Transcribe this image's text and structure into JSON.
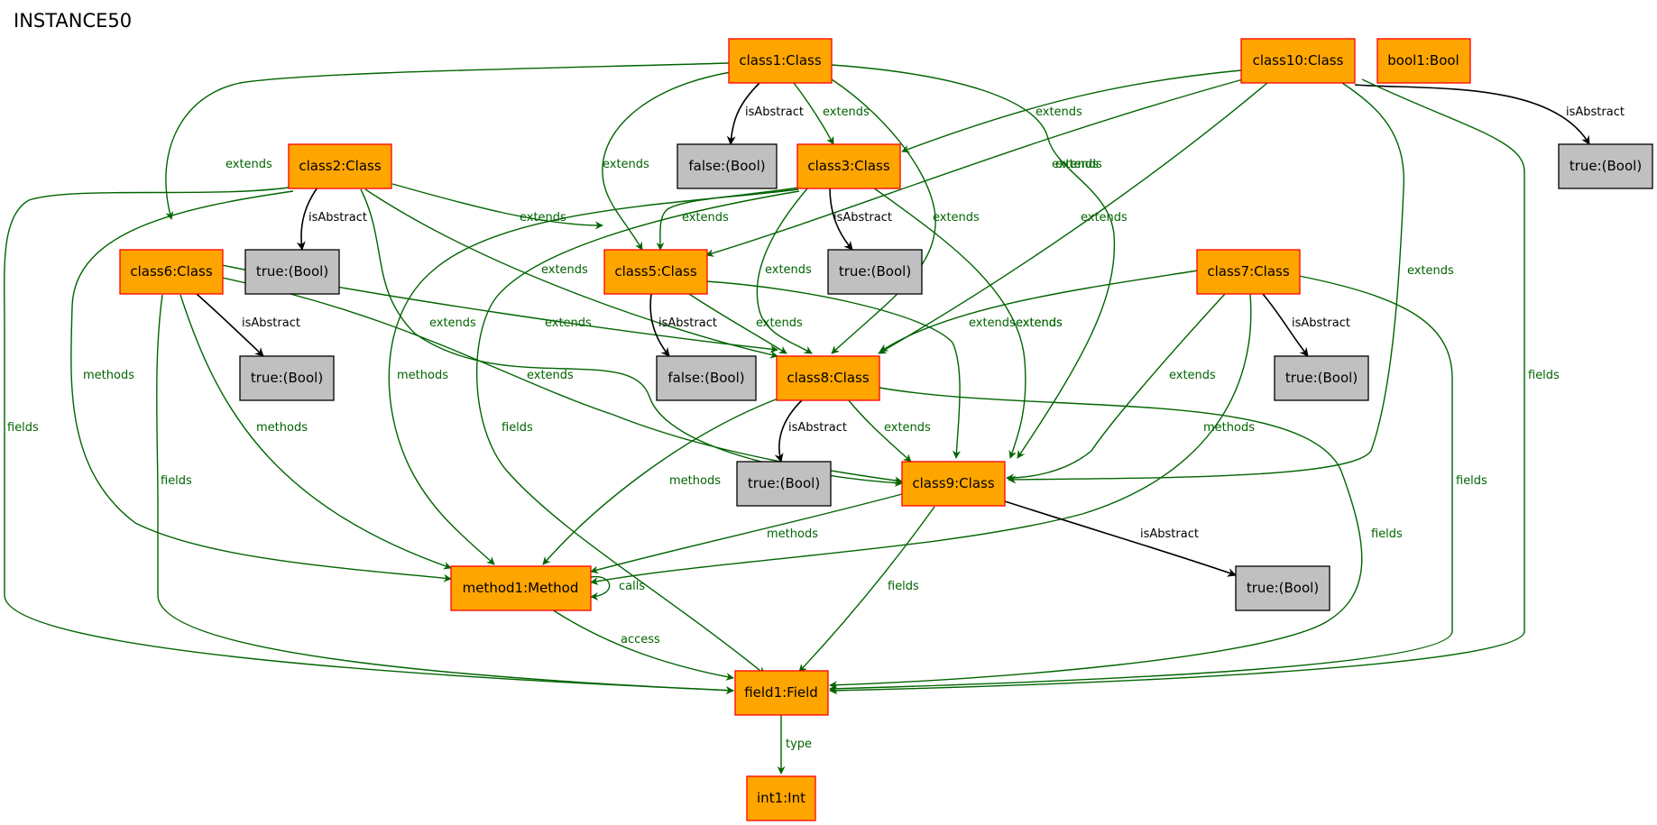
{
  "title": "INSTANCE50",
  "colors": {
    "class_fill": "#ffa500",
    "class_stroke": "#ff0000",
    "bool_fill": "#c0c0c0",
    "bool_stroke": "#000000",
    "edge_green": "#006400",
    "edge_black": "#000000"
  },
  "nodes": [
    {
      "id": "class1",
      "label": "class1:Class",
      "kind": "class"
    },
    {
      "id": "class10",
      "label": "class10:Class",
      "kind": "class"
    },
    {
      "id": "bool1",
      "label": "bool1:Bool",
      "kind": "class"
    },
    {
      "id": "false_c1",
      "label": "false:(Bool)",
      "kind": "bool"
    },
    {
      "id": "true_c10",
      "label": "true:(Bool)",
      "kind": "bool"
    },
    {
      "id": "class2",
      "label": "class2:Class",
      "kind": "class"
    },
    {
      "id": "class3",
      "label": "class3:Class",
      "kind": "class"
    },
    {
      "id": "true_c2",
      "label": "true:(Bool)",
      "kind": "bool"
    },
    {
      "id": "true_c3",
      "label": "true:(Bool)",
      "kind": "bool"
    },
    {
      "id": "class6",
      "label": "class6:Class",
      "kind": "class"
    },
    {
      "id": "class5",
      "label": "class5:Class",
      "kind": "class"
    },
    {
      "id": "class7",
      "label": "class7:Class",
      "kind": "class"
    },
    {
      "id": "true_c6",
      "label": "true:(Bool)",
      "kind": "bool"
    },
    {
      "id": "false_c5",
      "label": "false:(Bool)",
      "kind": "bool"
    },
    {
      "id": "class8",
      "label": "class8:Class",
      "kind": "class"
    },
    {
      "id": "true_c7",
      "label": "true:(Bool)",
      "kind": "bool"
    },
    {
      "id": "true_c8",
      "label": "true:(Bool)",
      "kind": "bool"
    },
    {
      "id": "class9",
      "label": "class9:Class",
      "kind": "class"
    },
    {
      "id": "method1",
      "label": "method1:Method",
      "kind": "class"
    },
    {
      "id": "true_c9",
      "label": "true:(Bool)",
      "kind": "bool"
    },
    {
      "id": "field1",
      "label": "field1:Field",
      "kind": "class"
    },
    {
      "id": "int1",
      "label": "int1:Int",
      "kind": "class"
    }
  ],
  "edges": [
    {
      "from": "class1",
      "to": "false_c1",
      "label": "isAbstract",
      "color": "black"
    },
    {
      "from": "class1",
      "to": "class3",
      "label": "extends",
      "color": "green"
    },
    {
      "from": "class1",
      "to": "class5",
      "label": "extends",
      "color": "green"
    },
    {
      "from": "class1",
      "to": "class8",
      "label": "extends",
      "color": "green"
    },
    {
      "from": "class1",
      "to": "class9",
      "label": "extends",
      "color": "green"
    },
    {
      "from": "class1",
      "to": "class6",
      "label": "extends",
      "color": "green"
    },
    {
      "from": "class10",
      "to": "class3",
      "label": "extends",
      "color": "green"
    },
    {
      "from": "class10",
      "to": "class5",
      "label": "extends",
      "color": "green"
    },
    {
      "from": "class10",
      "to": "class8",
      "label": "extends",
      "color": "green"
    },
    {
      "from": "class10",
      "to": "class9",
      "label": "extends",
      "color": "green"
    },
    {
      "from": "class10",
      "to": "true_c10",
      "label": "isAbstract",
      "color": "black"
    },
    {
      "from": "class10",
      "to": "field1",
      "label": "fields",
      "color": "green"
    },
    {
      "from": "class2",
      "to": "true_c2",
      "label": "isAbstract",
      "color": "black"
    },
    {
      "from": "class2",
      "to": "class5",
      "label": "extends",
      "color": "green"
    },
    {
      "from": "class2",
      "to": "class8",
      "label": "extends",
      "color": "green"
    },
    {
      "from": "class2",
      "to": "class9",
      "label": "extends",
      "color": "green"
    },
    {
      "from": "class2",
      "to": "method1",
      "label": "methods",
      "color": "green"
    },
    {
      "from": "class2",
      "to": "field1",
      "label": "fields",
      "color": "green"
    },
    {
      "from": "class3",
      "to": "true_c3",
      "label": "isAbstract",
      "color": "black"
    },
    {
      "from": "class3",
      "to": "class5",
      "label": "extends",
      "color": "green"
    },
    {
      "from": "class3",
      "to": "class8",
      "label": "extends",
      "color": "green"
    },
    {
      "from": "class3",
      "to": "class9",
      "label": "extends",
      "color": "green"
    },
    {
      "from": "class3",
      "to": "method1",
      "label": "methods",
      "color": "green"
    },
    {
      "from": "class3",
      "to": "field1",
      "label": "fields",
      "color": "green"
    },
    {
      "from": "class6",
      "to": "true_c6",
      "label": "isAbstract",
      "color": "black"
    },
    {
      "from": "class6",
      "to": "class8",
      "label": "extends",
      "color": "green"
    },
    {
      "from": "class6",
      "to": "class9",
      "label": "extends",
      "color": "green"
    },
    {
      "from": "class6",
      "to": "method1",
      "label": "methods",
      "color": "green"
    },
    {
      "from": "class6",
      "to": "field1",
      "label": "fields",
      "color": "green"
    },
    {
      "from": "class5",
      "to": "false_c5",
      "label": "isAbstract",
      "color": "black"
    },
    {
      "from": "class5",
      "to": "class8",
      "label": "extends",
      "color": "green"
    },
    {
      "from": "class5",
      "to": "class9",
      "label": "extends",
      "color": "green"
    },
    {
      "from": "class7",
      "to": "class8",
      "label": "extends",
      "color": "green"
    },
    {
      "from": "class7",
      "to": "class9",
      "label": "extends",
      "color": "green"
    },
    {
      "from": "class7",
      "to": "true_c7",
      "label": "isAbstract",
      "color": "black"
    },
    {
      "from": "class7",
      "to": "method1",
      "label": "methods",
      "color": "green"
    },
    {
      "from": "class7",
      "to": "field1",
      "label": "fields",
      "color": "green"
    },
    {
      "from": "class8",
      "to": "true_c8",
      "label": "isAbstract",
      "color": "black"
    },
    {
      "from": "class8",
      "to": "class9",
      "label": "extends",
      "color": "green"
    },
    {
      "from": "class8",
      "to": "method1",
      "label": "methods",
      "color": "green"
    },
    {
      "from": "class8",
      "to": "field1",
      "label": "fields",
      "color": "green"
    },
    {
      "from": "class9",
      "to": "true_c9",
      "label": "isAbstract",
      "color": "black"
    },
    {
      "from": "class9",
      "to": "method1",
      "label": "methods",
      "color": "green"
    },
    {
      "from": "class9",
      "to": "field1",
      "label": "fields",
      "color": "green"
    },
    {
      "from": "method1",
      "to": "method1",
      "label": "calls",
      "color": "green"
    },
    {
      "from": "method1",
      "to": "field1",
      "label": "access",
      "color": "green"
    },
    {
      "from": "field1",
      "to": "int1",
      "label": "type",
      "color": "green"
    }
  ]
}
